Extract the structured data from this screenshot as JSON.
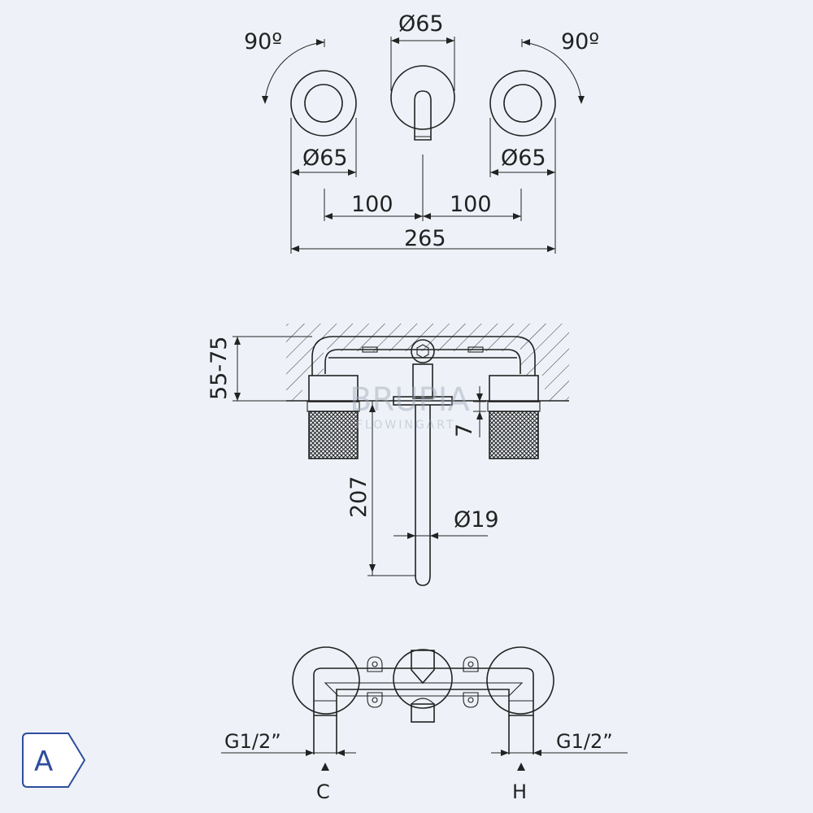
{
  "top_view": {
    "rotation_left": "90º",
    "rotation_right": "90º",
    "spout_diameter": "Ø65",
    "left_handle_diameter": "Ø65",
    "right_handle_diameter": "Ø65",
    "spacing_left": "100",
    "spacing_right": "100",
    "overall_width": "265"
  },
  "side_view": {
    "wall_depth": "55-75",
    "gap": "7",
    "spout_length": "207",
    "spout_diameter": "Ø19"
  },
  "bottom_view": {
    "thread_left": "G1/2”",
    "thread_right": "G1/2”",
    "inlet_cold": "C",
    "inlet_hot": "H"
  },
  "watermark": {
    "brand": "BRUPIA",
    "tagline": "FLOWINGART"
  },
  "badge": {
    "label": "A"
  }
}
